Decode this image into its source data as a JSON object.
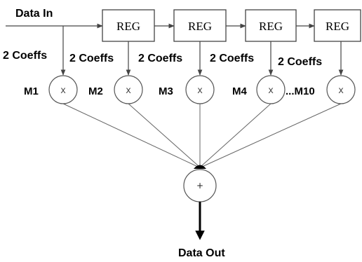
{
  "diagram": {
    "input_label": "Data In",
    "output_label": "Data Out",
    "registers": [
      "REG",
      "REG",
      "REG",
      "REG"
    ],
    "coeff_labels": [
      "2 Coeffs",
      "2 Coeffs",
      "2 Coeffs",
      "2 Coeffs",
      "2 Coeffs"
    ],
    "multipliers": [
      {
        "label": "M1",
        "op": "x"
      },
      {
        "label": "M2",
        "op": "x"
      },
      {
        "label": "M3",
        "op": "x"
      },
      {
        "label": "M4",
        "op": "x"
      },
      {
        "label": "...M10",
        "op": "x"
      }
    ],
    "adder_op": "+"
  }
}
